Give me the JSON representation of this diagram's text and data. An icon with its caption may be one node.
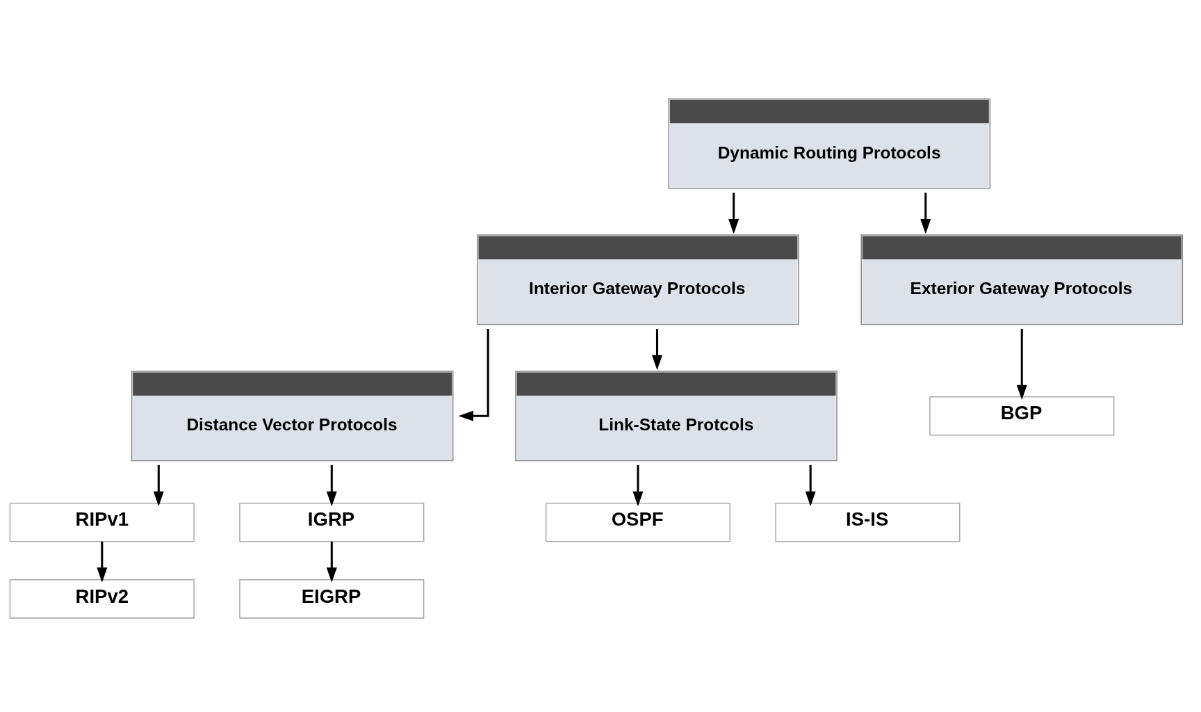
{
  "diagram": {
    "nodes": [
      {
        "text": [
          "Dynamic Routing Protocols"
        ]
      },
      {
        "text": [
          "Interior Gateway Protocols"
        ]
      },
      {
        "text": [
          "Exterior Gateway Protocols"
        ]
      },
      {
        "text": [
          "Distance Vector Protocols"
        ]
      },
      {
        "text": [
          "Link-State Protcols"
        ]
      },
      {
        "text": [
          "BGP"
        ]
      },
      {
        "text": [
          "RIPv1"
        ]
      },
      {
        "text": [
          "IGRP"
        ]
      },
      {
        "text": [
          "OSPF"
        ]
      },
      {
        "text": [
          "IS-IS"
        ]
      },
      {
        "text": [
          "RIPv2"
        ]
      },
      {
        "text": [
          "EIGRP"
        ]
      }
    ],
    "edges": [
      {
        "from": 0,
        "to": 1,
        "arrow": "to"
      },
      {
        "from": 0,
        "to": 2,
        "arrow": "to"
      },
      {
        "from": 1,
        "to": 3,
        "arrow": "to"
      },
      {
        "from": 1,
        "to": 4,
        "arrow": "to"
      },
      {
        "from": 2,
        "to": 5,
        "arrow": "to"
      },
      {
        "from": 3,
        "to": 6,
        "arrow": "to"
      },
      {
        "from": 3,
        "to": 7,
        "arrow": "to"
      },
      {
        "from": 4,
        "to": 8,
        "arrow": "to"
      },
      {
        "from": 4,
        "to": 9,
        "arrow": "to"
      },
      {
        "from": 6,
        "to": 10,
        "arrow": "to"
      },
      {
        "from": 7,
        "to": 11,
        "arrow": "to"
      }
    ]
  }
}
